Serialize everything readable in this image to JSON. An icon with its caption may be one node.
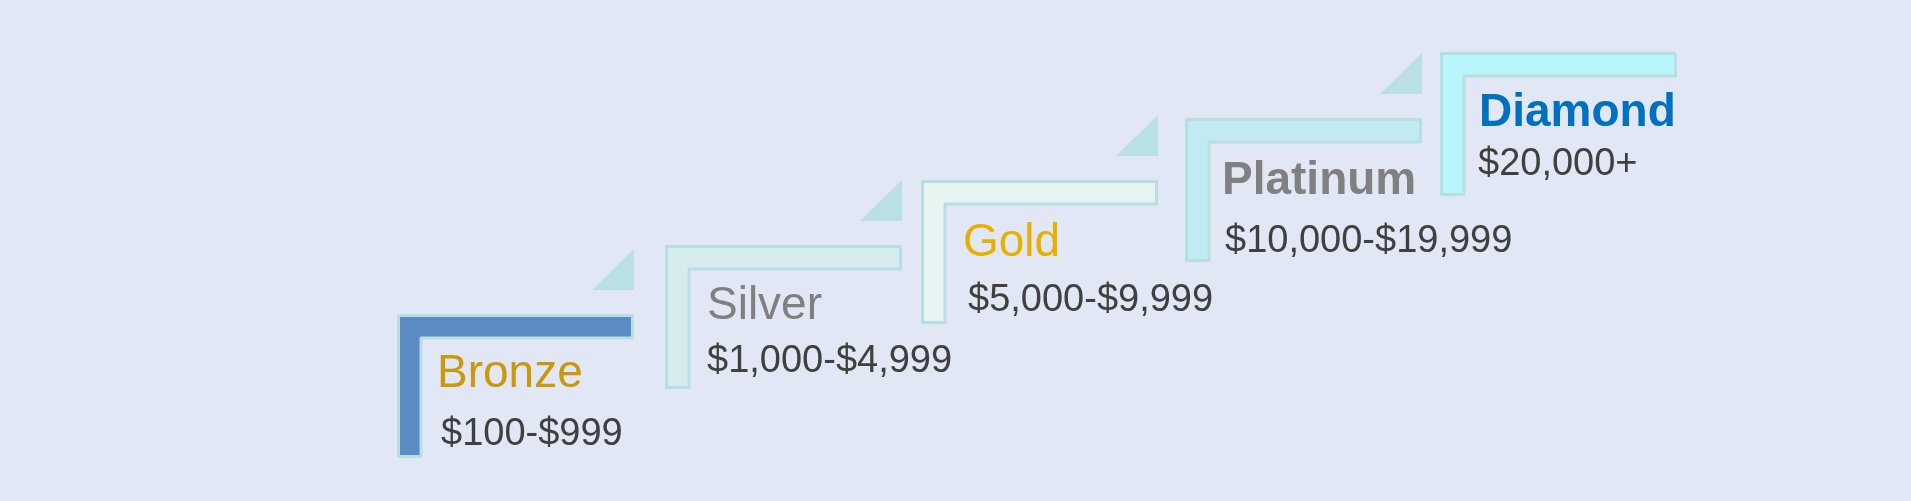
{
  "diagram": {
    "nodes": [
      {
        "text": [
          "Bronze",
          "$100-$999"
        ]
      },
      {
        "text": [
          "Silver",
          "$1,000-$4,999"
        ]
      },
      {
        "text": [
          "Gold",
          "$5,000-$9,999"
        ]
      },
      {
        "text": [
          "Platinum",
          "$10,000-$19,999"
        ]
      },
      {
        "text": [
          "Diamond",
          "$20,000+"
        ]
      }
    ],
    "edges": [
      {
        "from": 1,
        "to": 0,
        "arrow": "to"
      },
      {
        "from": 2,
        "to": 1,
        "arrow": "to"
      },
      {
        "from": 3,
        "to": 2,
        "arrow": "to"
      },
      {
        "from": 4,
        "to": 3,
        "arrow": "to"
      }
    ]
  }
}
